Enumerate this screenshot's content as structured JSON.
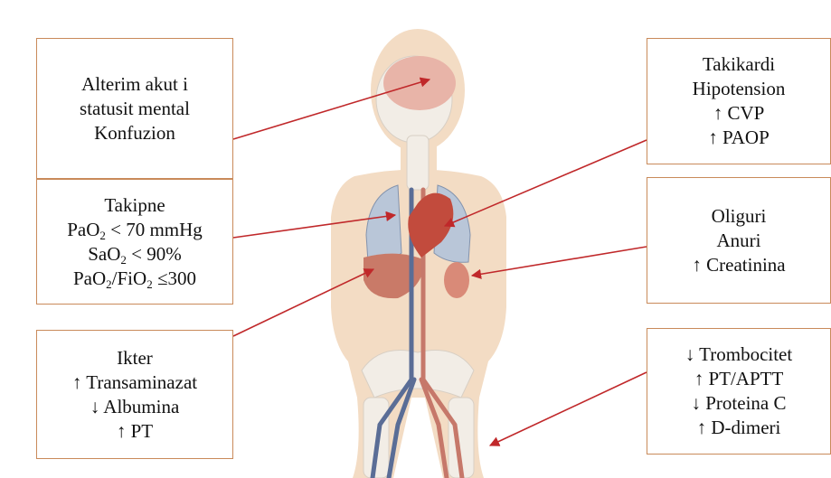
{
  "boxes": {
    "brain": [
      "Alterim akut i",
      "statusit mental",
      "Konfuzion"
    ],
    "lungs": {
      "line1": "Takipne",
      "line2_a": "PaO",
      "line2_sub": "2",
      "line2_b": " < 70 mmHg",
      "line3_a": "SaO",
      "line3_sub": "2",
      "line3_b": " < 90%",
      "line4_a": "PaO",
      "line4_sub1": "2",
      "line4_b": "/FiO",
      "line4_sub2": "2",
      "line4_c": " ≤300"
    },
    "liver": [
      "Ikter",
      "↑ Transaminazat",
      "↓ Albumina",
      "↑ PT"
    ],
    "heart": [
      "Takikardi",
      "Hipotension",
      "↑ CVP",
      "↑ PAOP"
    ],
    "kidney": [
      "Oliguri",
      "Anuri",
      "↑ Creatinina"
    ],
    "blood": [
      "↓ Trombocitet",
      "↑ PT/APTT",
      "↓ Proteina C",
      "↑ D-dimeri"
    ]
  },
  "colors": {
    "box_border": "#c98a5a",
    "arrow": "#c0282a",
    "skin": "#f3dcc4",
    "organ": "#d98a78",
    "bone": "#f2ede6",
    "vessel_blue": "#5a6d96",
    "vessel_red": "#c6786a"
  }
}
